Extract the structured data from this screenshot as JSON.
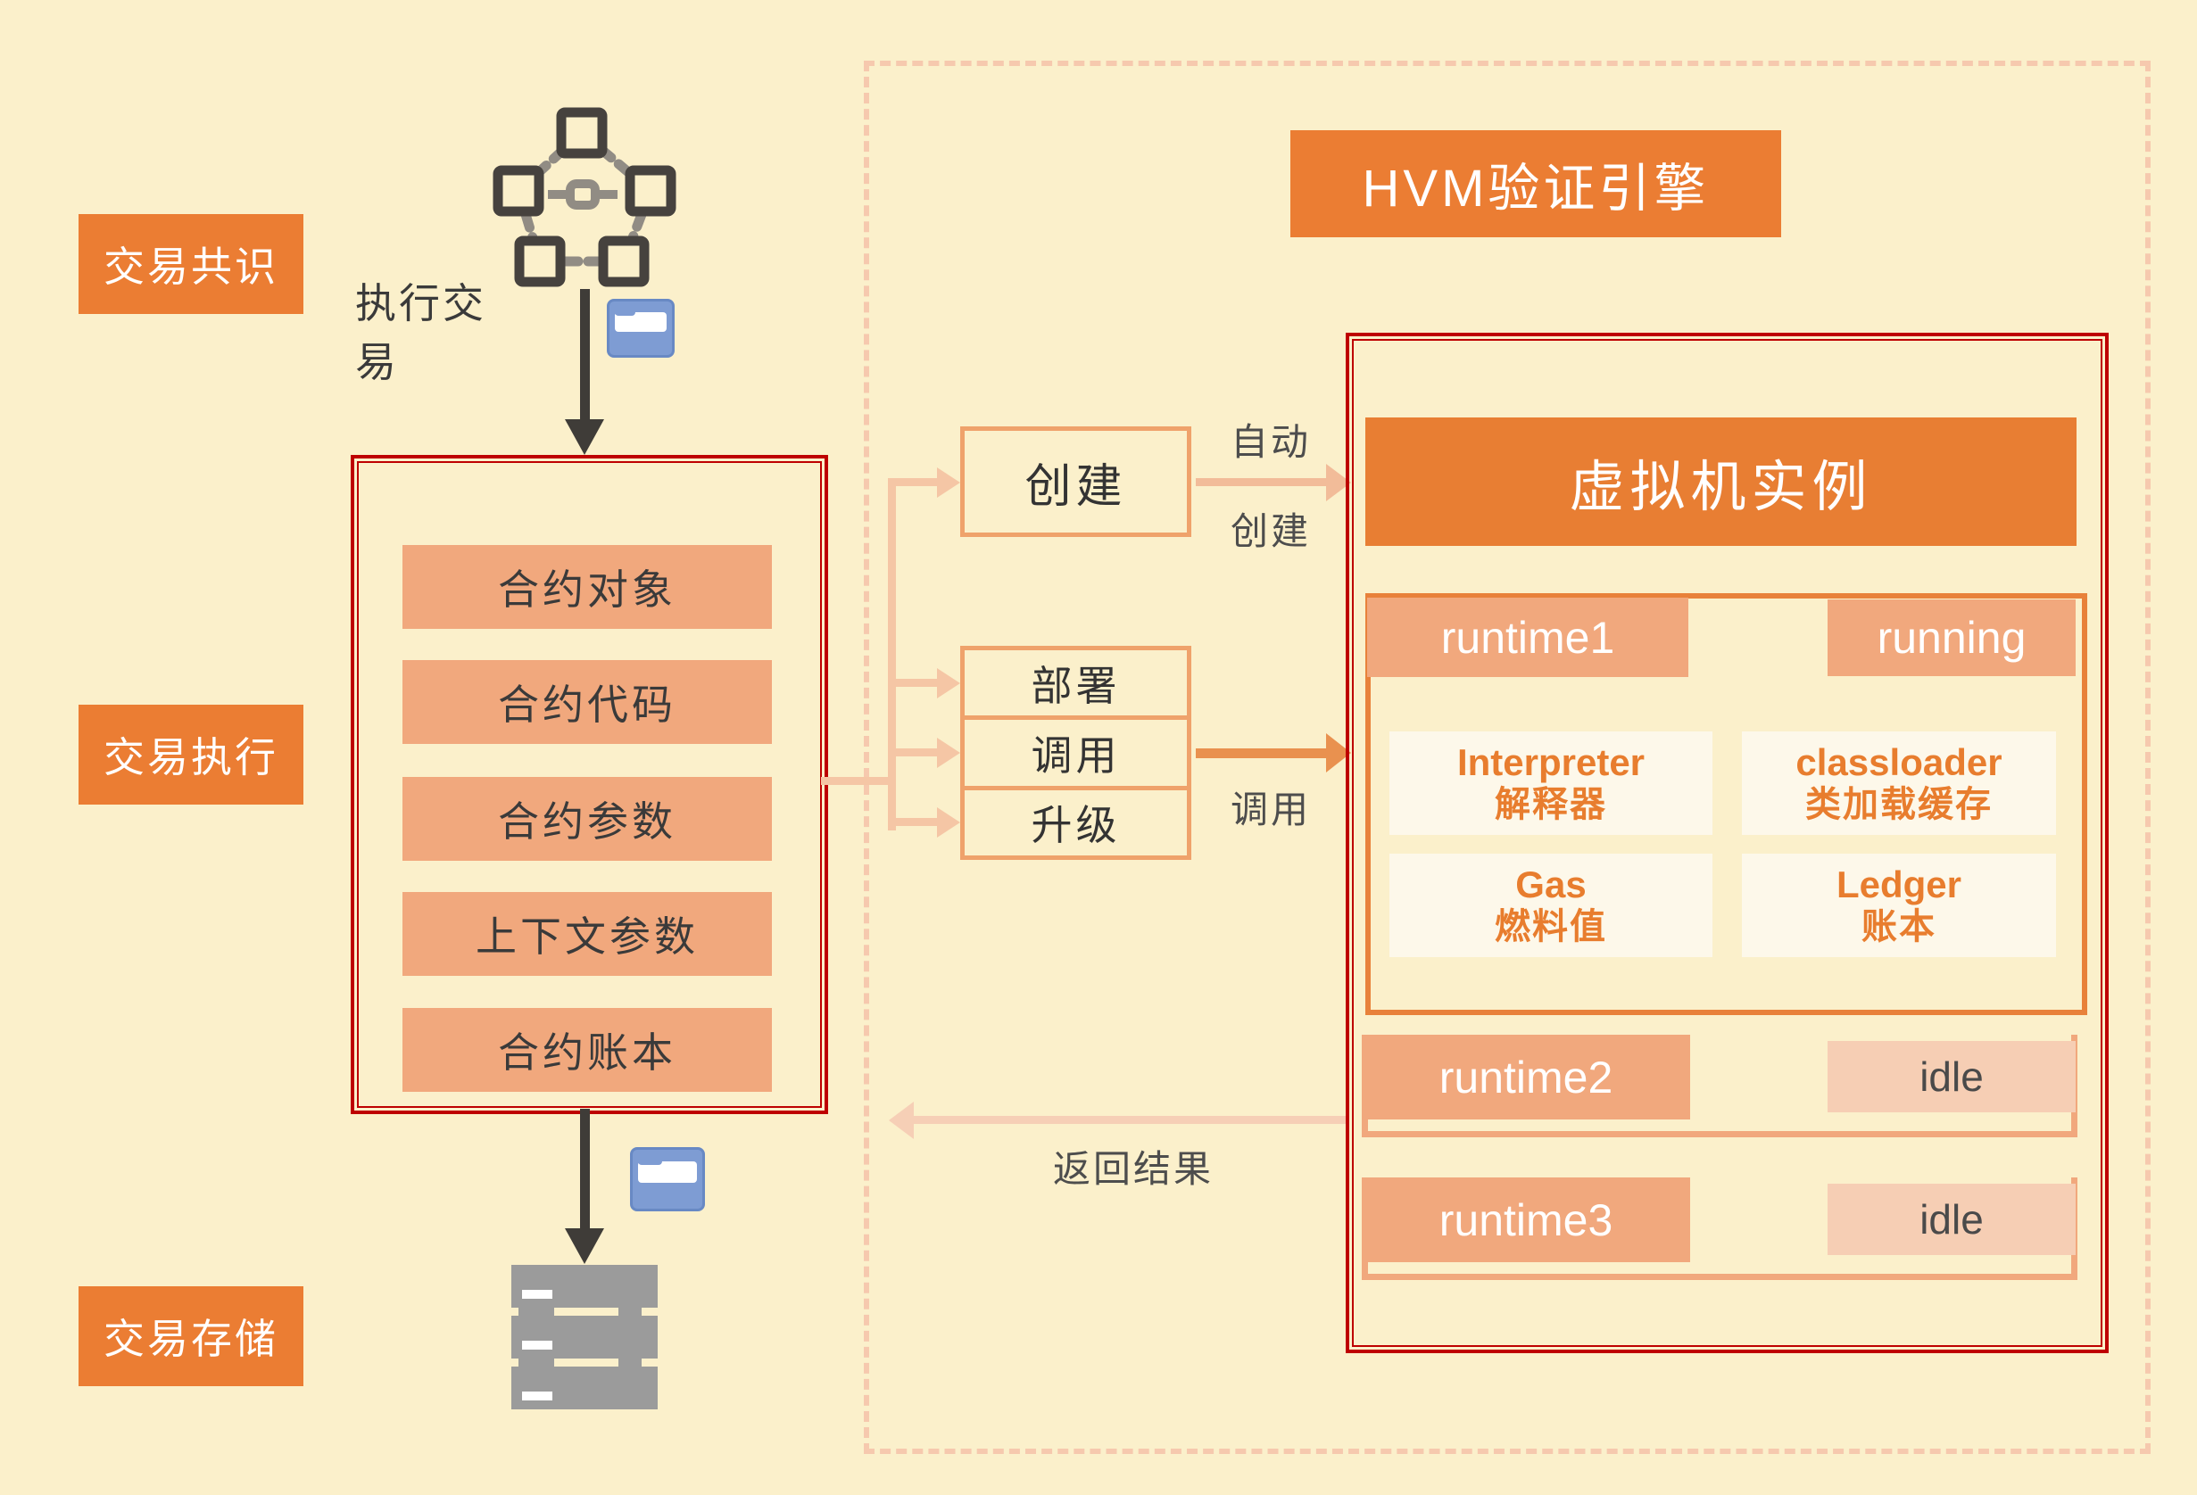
{
  "colors": {
    "background": "#FBF0CB",
    "accent_orange": "#EB7D33",
    "salmon": "#F1A87D",
    "idle_pink": "#F6CEB4",
    "module_bg": "#FDF8EA",
    "module_text": "#E87D2E",
    "red_border": "#BE0000",
    "dashed_border": "#F6C9AE",
    "connector_light": "#F5C6A5",
    "invoke_arrow": "#E9914F",
    "dark_text": "#3A3A3A",
    "folder_blue": "#7E9CD3",
    "server_gray": "#9B9B9B"
  },
  "stages": {
    "consensus": "交易共识",
    "execution": "交易执行",
    "storage": "交易存储"
  },
  "flow": {
    "execute_transaction": "执行交易",
    "return_result": "返回结果"
  },
  "contract_box": {
    "items": [
      "合约对象",
      "合约代码",
      "合约参数",
      "上下文参数",
      "合约账本"
    ]
  },
  "engine": {
    "title": "HVM验证引擎",
    "ops": {
      "create": "创建",
      "deploy": "部署",
      "invoke": "调用",
      "upgrade": "升级"
    },
    "arrow_labels": {
      "auto_line1": "自动",
      "auto_line2": "创建",
      "invoke": "调用"
    },
    "vm": {
      "title": "虚拟机实例",
      "runtime1": {
        "name": "runtime1",
        "status": "running",
        "modules": [
          {
            "en": "Interpreter",
            "zh": "解释器"
          },
          {
            "en": "classloader",
            "zh": "类加载缓存"
          },
          {
            "en": "Gas",
            "zh": "燃料值"
          },
          {
            "en": "Ledger",
            "zh": "账本"
          }
        ]
      },
      "runtime2": {
        "name": "runtime2",
        "status": "idle"
      },
      "runtime3": {
        "name": "runtime3",
        "status": "idle"
      }
    }
  },
  "icons": {
    "blockchain": "blockchain-network-icon",
    "folder": "folder-icon",
    "server": "server-storage-icon"
  }
}
